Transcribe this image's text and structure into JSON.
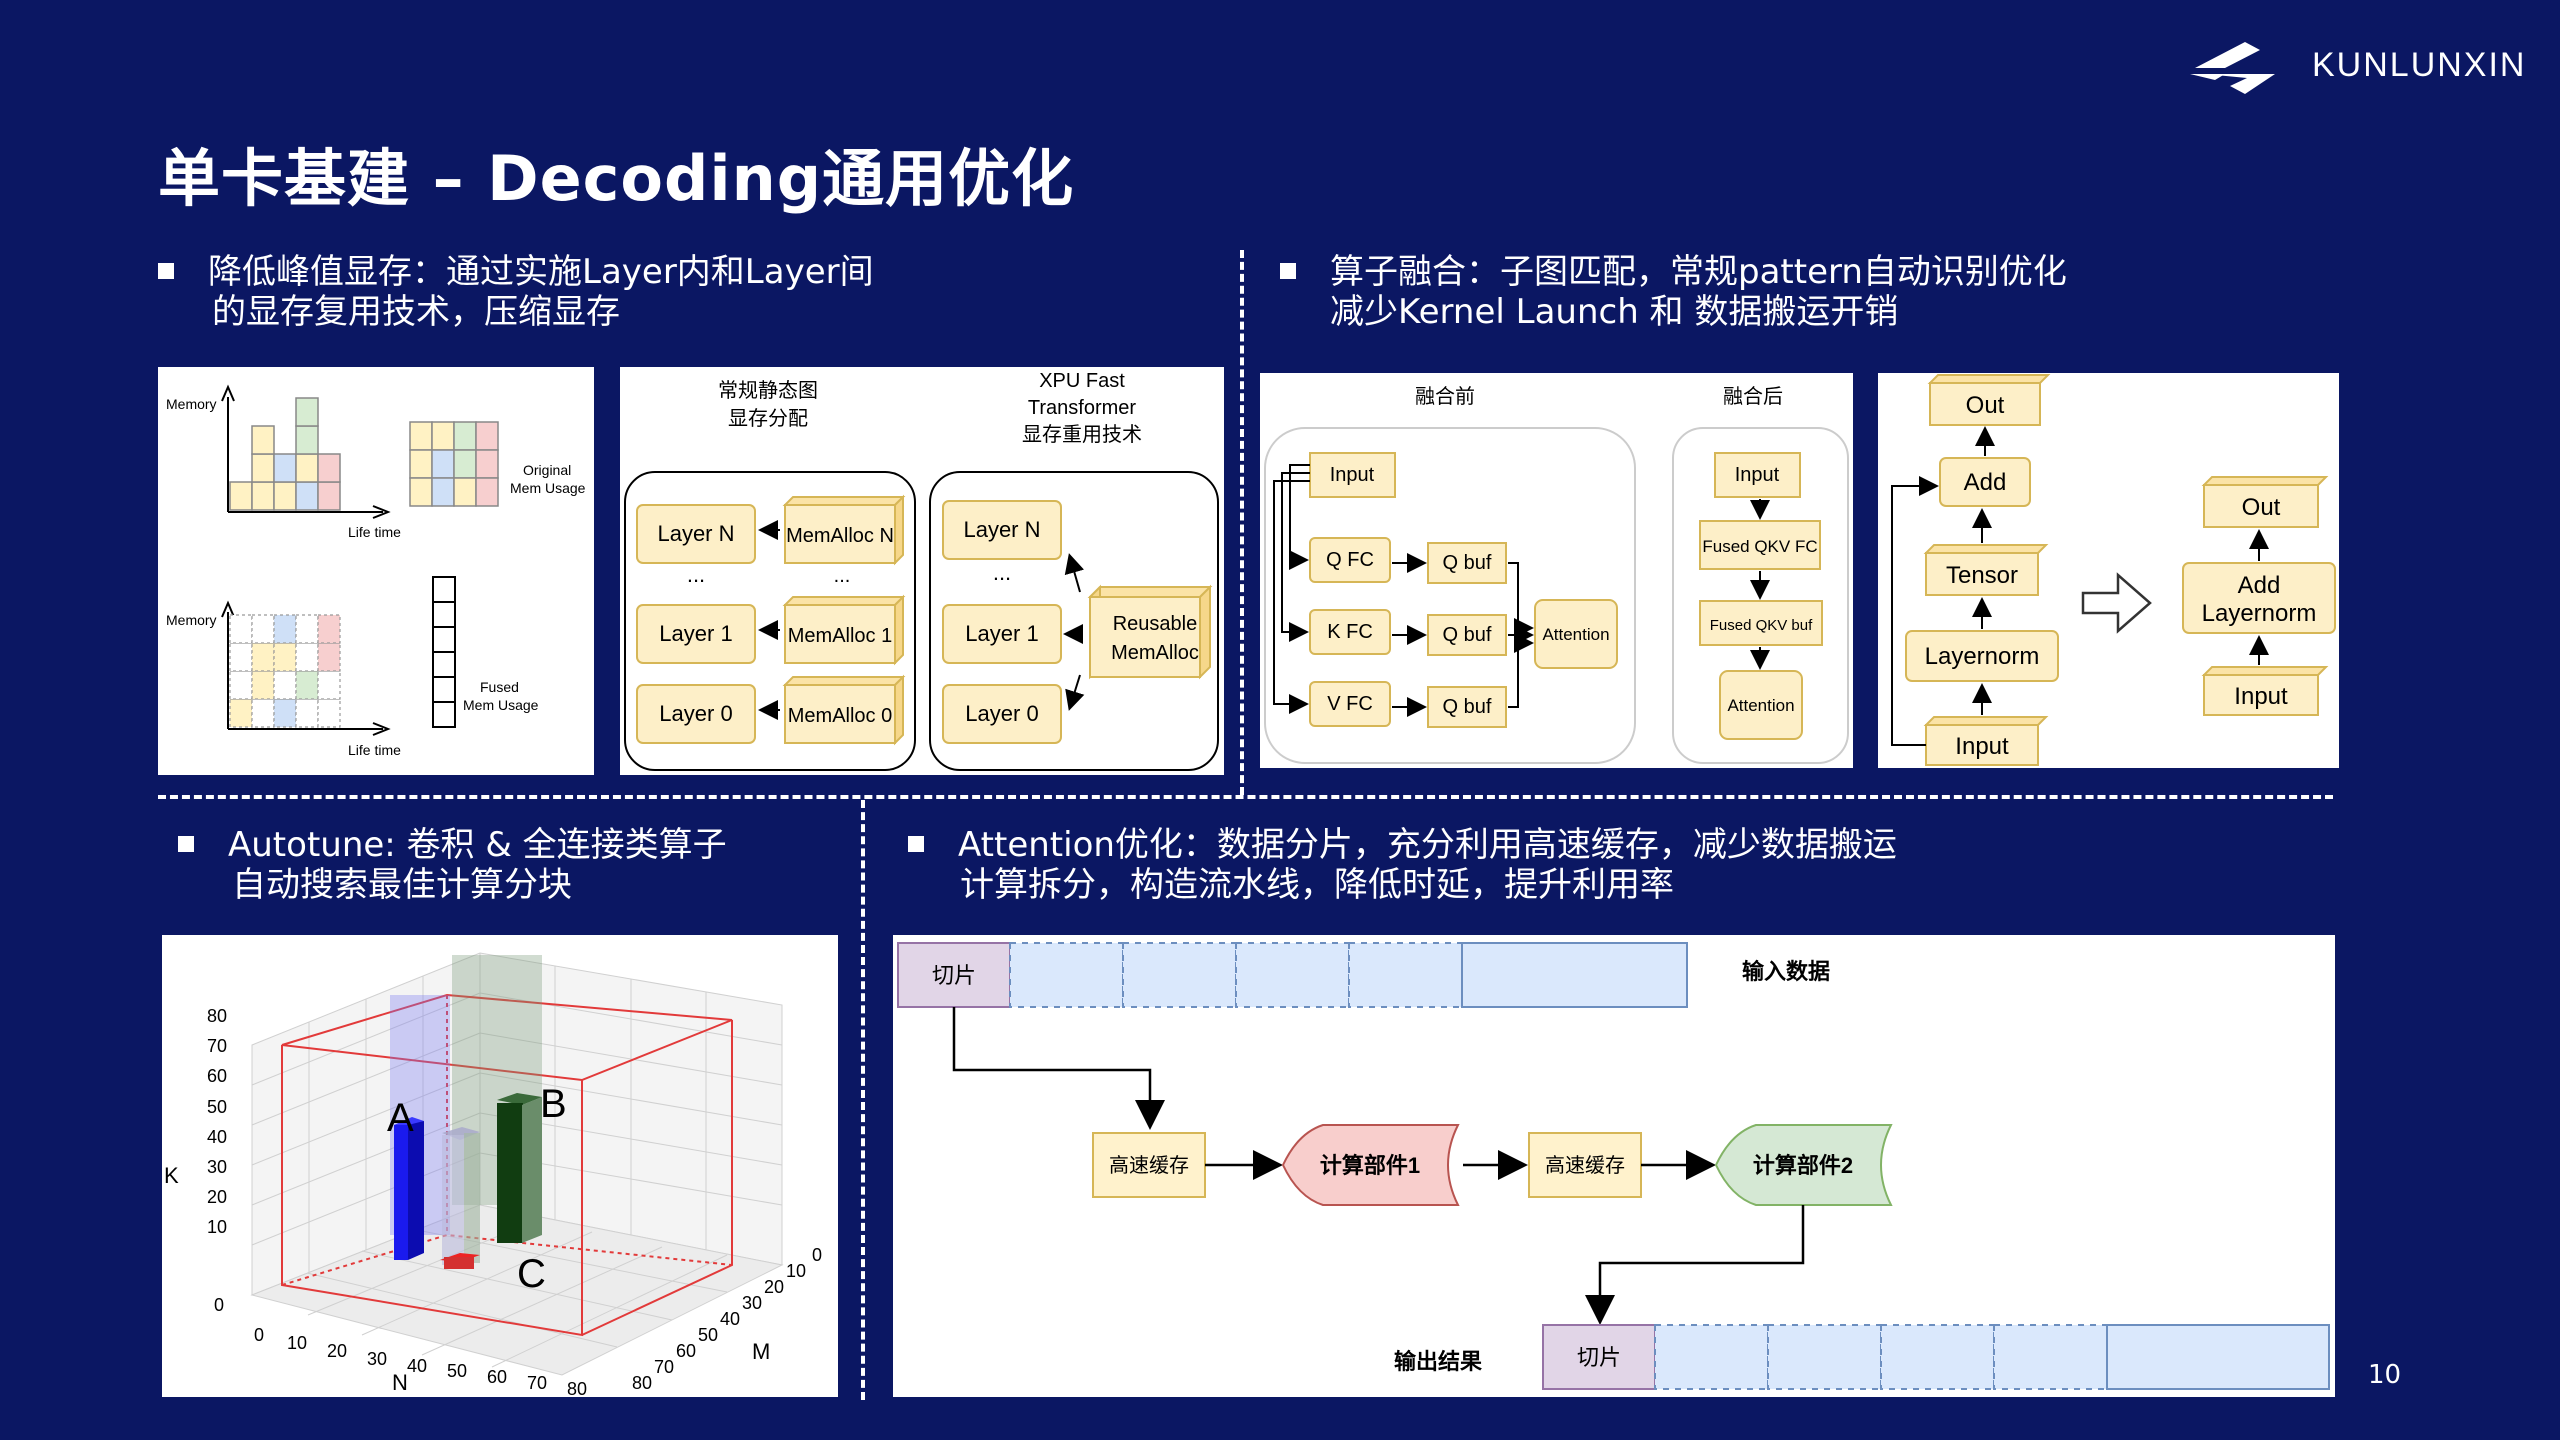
{
  "title": "单卡基建 – Decoding通用优化",
  "logo": {
    "text": "KUNLUNXIN"
  },
  "page_number": "10",
  "sections": {
    "memory": {
      "line1": "降低峰值显存：通过实施Layer内和Layer间",
      "line2": "的显存复用技术，压缩显存",
      "chart_top": {
        "y_label": "Memory",
        "x_label": "Life time",
        "caption": "Original\nMem Usage"
      },
      "chart_bottom": {
        "y_label": "Memory",
        "x_label": "Life time",
        "caption": "Fused\nMem Usage"
      },
      "diagram": {
        "col1_title_l1": "常规静态图",
        "col1_title_l2": "显存分配",
        "col2_title_l1": "XPU Fast",
        "col2_title_l2": "Transformer",
        "col2_title_l3": "显存重用技术",
        "layers": [
          "Layer N",
          "Layer 1",
          "Layer 0"
        ],
        "allocs": [
          "MemAlloc N",
          "MemAlloc 1",
          "MemAlloc 0"
        ],
        "dots": "...",
        "reusable_l1": "Reusable",
        "reusable_l2": "MemAlloc"
      }
    },
    "fusion": {
      "line1": "算子融合：子图匹配，常规pattern自动识别优化",
      "line2": "减少Kernel Launch 和 数据搬运开销",
      "before_title": "融合前",
      "after_title": "融合后",
      "before_nodes": {
        "input": "Input",
        "qfc": "Q FC",
        "kfc": "K FC",
        "vfc": "V FC",
        "qbuf": "Q buf",
        "attention": "Attention"
      },
      "after_nodes": {
        "input": "Input",
        "fc": "Fused QKV FC",
        "buf": "Fused QKV buf",
        "attention": "Attention"
      },
      "right_left_nodes": [
        "Out",
        "Add",
        "Tensor",
        "Layernorm",
        "Input"
      ],
      "right_right_nodes": {
        "out": "Out",
        "add_l1": "Add",
        "add_l2": "Layernorm",
        "input": "Input"
      }
    },
    "autotune": {
      "line1": "Autotune: 卷积 & 全连接类算子",
      "line2": "自动搜索最佳计算分块",
      "chart": {
        "k_label": "K",
        "n_label": "N",
        "m_label": "M",
        "points": [
          "A",
          "B",
          "C"
        ],
        "k_ticks": [
          "0",
          "10",
          "20",
          "30",
          "40",
          "50",
          "60",
          "70",
          "80"
        ],
        "n_ticks": [
          "0",
          "10",
          "20",
          "30",
          "40",
          "50",
          "60",
          "70",
          "80"
        ],
        "m_ticks": [
          "0",
          "10",
          "20",
          "30",
          "40",
          "50",
          "60",
          "70",
          "80"
        ]
      }
    },
    "attention": {
      "line1": "Attention优化：数据分片，充分利用高速缓存，减少数据搬运",
      "line2": "计算拆分，构造流水线，降低时延，提升利用率",
      "slice_label": "切片",
      "input_label": "输入数据",
      "output_label": "输出结果",
      "cache_label": "高速缓存",
      "compute1": "计算部件1",
      "compute2": "计算部件2"
    }
  },
  "colors": {
    "background": "#0b1763",
    "node_fill": "#fdefc8",
    "node_stroke": "#d6b656",
    "slice_fill": "#e1d5e7",
    "data_fill": "#dae8fc",
    "compute1_fill": "#f8cecc",
    "compute2_fill": "#d5e8d4"
  }
}
